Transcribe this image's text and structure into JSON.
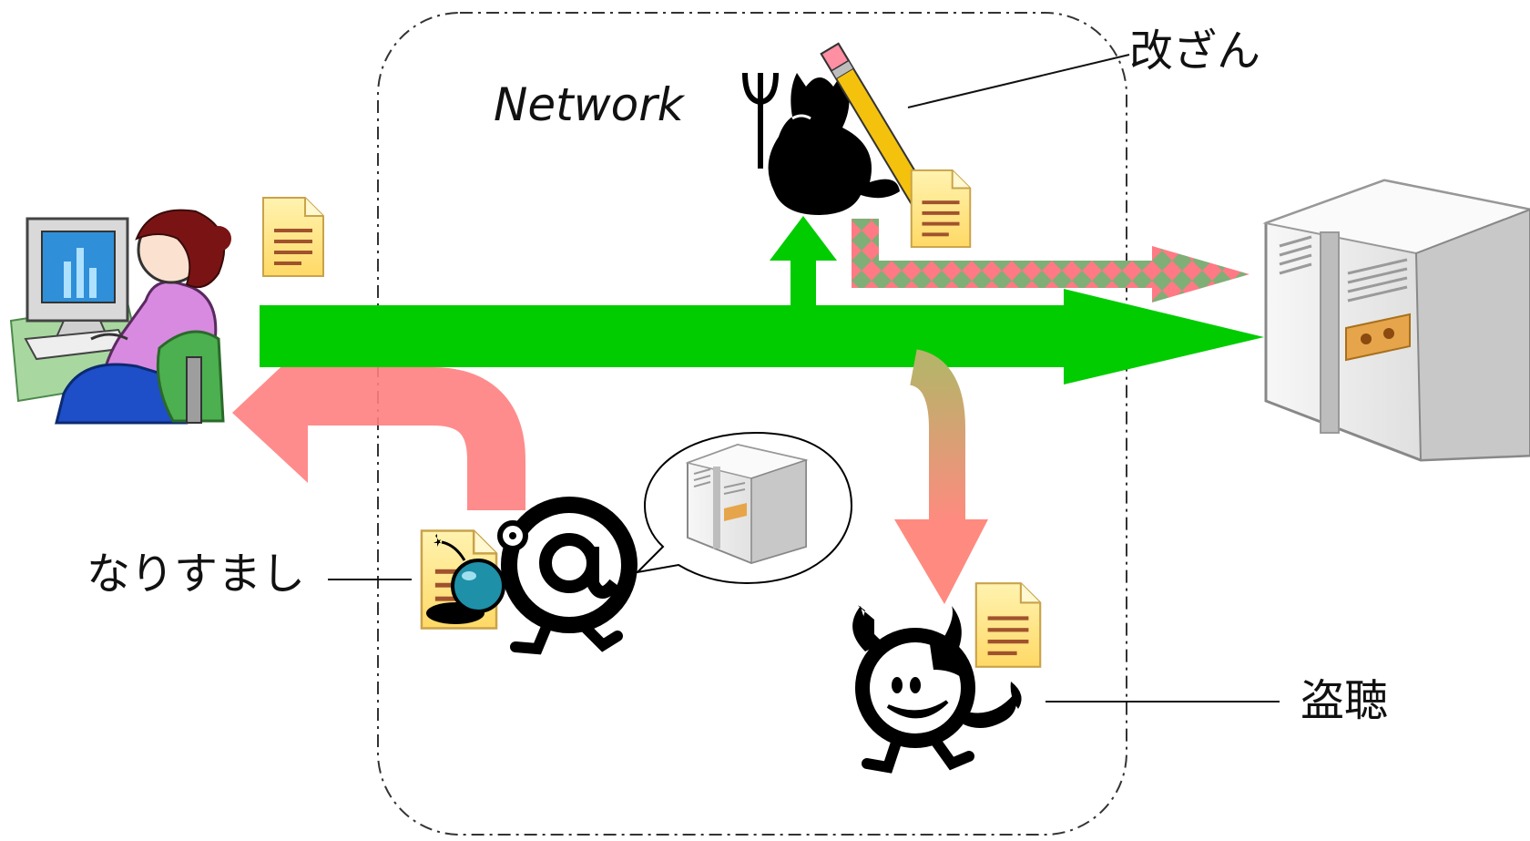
{
  "network_label": "Network",
  "labels": {
    "tampering": "改ざん",
    "spoofing": "なりすまし",
    "eavesdropping": "盗聴"
  },
  "colors": {
    "main_flow": "#00cc00",
    "spoof_flow": "#ff8080",
    "tamper_pattern_a": "#ff7a85",
    "tamper_pattern_b": "#7fae76",
    "eavesdrop_top": "#b8b36a",
    "eavesdrop_bottom": "#ff8a80",
    "document": "#ffe58a",
    "document_lines": "#a0522d",
    "server_body": "#ececec",
    "server_panel": "#e6a54a"
  },
  "icons": {
    "client": "woman-at-computer-icon",
    "server": "server-icon",
    "tamperer": "devil-with-pitchfork-icon",
    "spoofer": "at-sign-character-icon",
    "eavesdropper": "devil-character-icon",
    "document": "document-icon",
    "bomb": "bomb-icon",
    "pencil": "pencil-icon"
  }
}
